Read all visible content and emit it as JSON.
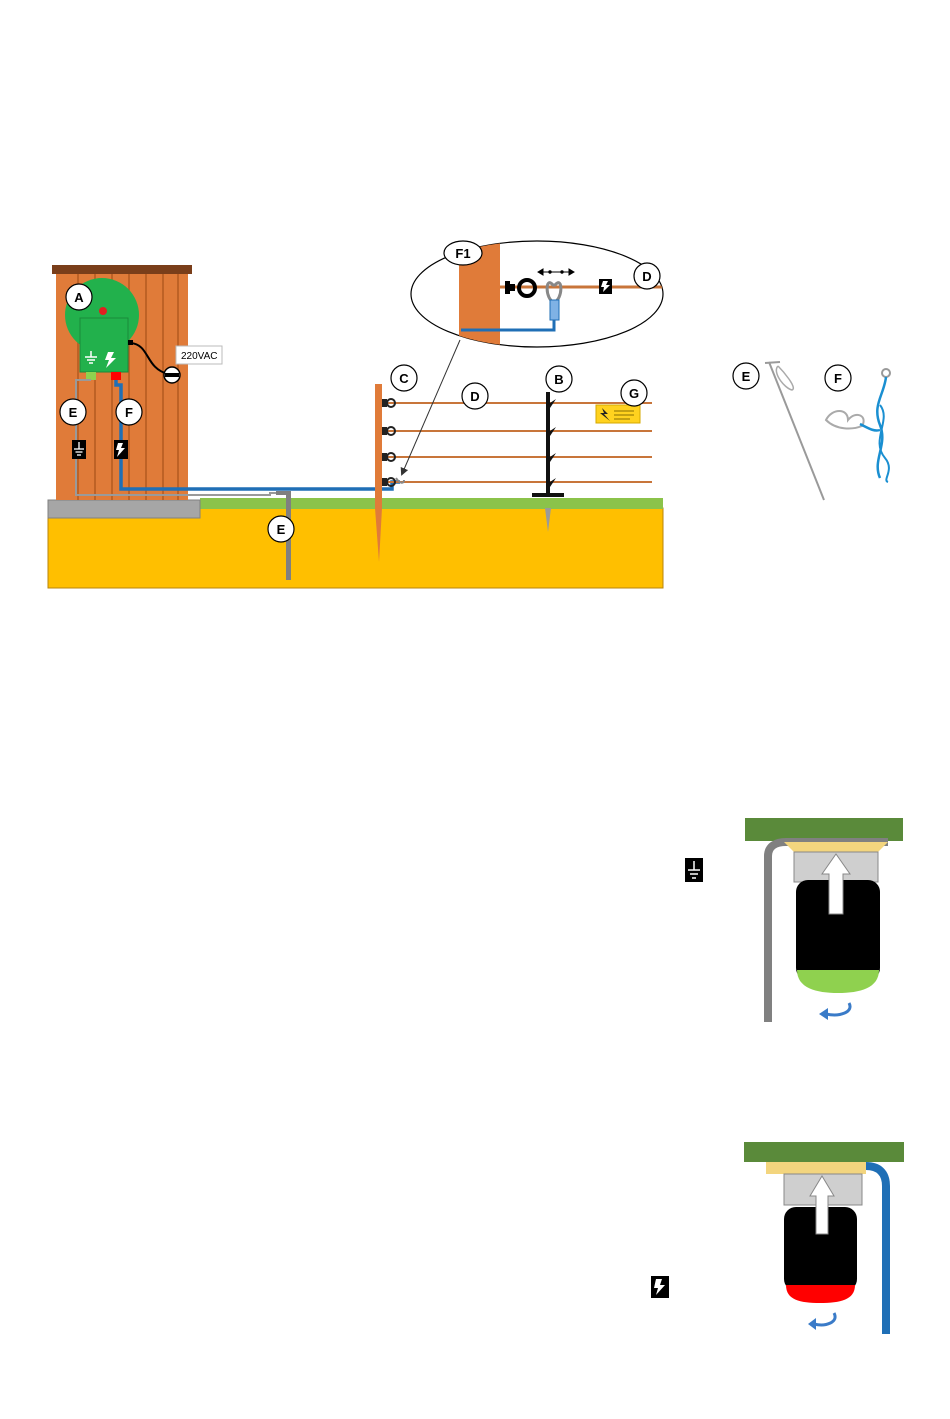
{
  "labels": {
    "energizer": "A",
    "post": "B",
    "insulator": "C",
    "wire": "D",
    "ground_rod": "E",
    "lead_cable": "F",
    "lead_detail": "F1",
    "warning_sign": "G"
  },
  "mains_label": "220VAC",
  "icons": {
    "ground": "ground-symbol-icon",
    "fence": "lightning-bolt-icon",
    "rotate": "rotate-arrow-icon",
    "push": "up-arrow-icon"
  },
  "colors": {
    "wood": "#e07b39",
    "energizer": "#22b14c",
    "wire": "#c8753a",
    "lead": "#1f6fb6",
    "soil": "#ffbf00",
    "grass": "#8bc34a",
    "ground_terminal": "#8fd14f",
    "fence_terminal": "#ff0000"
  }
}
